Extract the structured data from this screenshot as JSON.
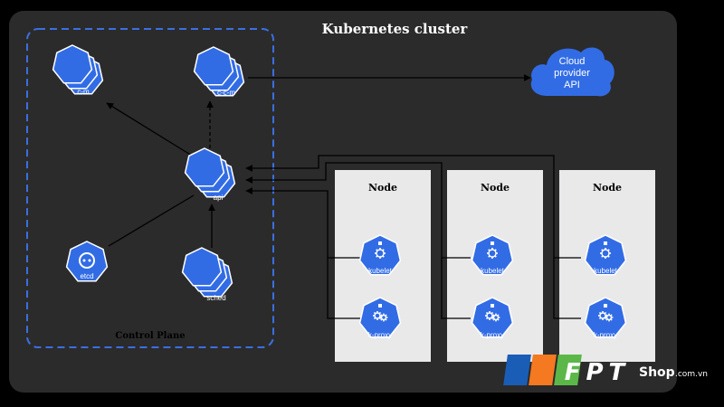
{
  "title": "Kubernetes cluster",
  "control_plane": {
    "label": "Control Plane",
    "components": {
      "c_m": "c-m",
      "c_c_m": "c-c-m",
      "api": "api",
      "etcd": "etcd",
      "sched": "sched"
    }
  },
  "cloud": {
    "line1": "Cloud",
    "line2": "provider",
    "line3": "API"
  },
  "nodes": [
    {
      "label": "Node",
      "kubelet": "kubelet",
      "proxy": "k-proxy"
    },
    {
      "label": "Node",
      "kubelet": "kubelet",
      "proxy": "k-proxy"
    },
    {
      "label": "Node",
      "kubelet": "kubelet",
      "proxy": "k-proxy"
    }
  ],
  "watermark": {
    "brand": "FPT",
    "shop": "Shop",
    "domain": ".com.vn"
  },
  "colors": {
    "background": "#000000",
    "cluster": "#2a2a2a",
    "node_box": "#e9e9ea",
    "k8s_blue": "#326ce5",
    "dashed_border": "#3b6fe0",
    "brand_blue": "#1a5db6",
    "brand_orange": "#f47920",
    "brand_green": "#5bb848"
  },
  "icons": {
    "component": "kubernetes-heptagon-gear-icon",
    "etcd": "etcd-icon",
    "kubelet": "kubelet-icon",
    "proxy": "kube-proxy-icon",
    "cloud": "cloud-icon"
  }
}
